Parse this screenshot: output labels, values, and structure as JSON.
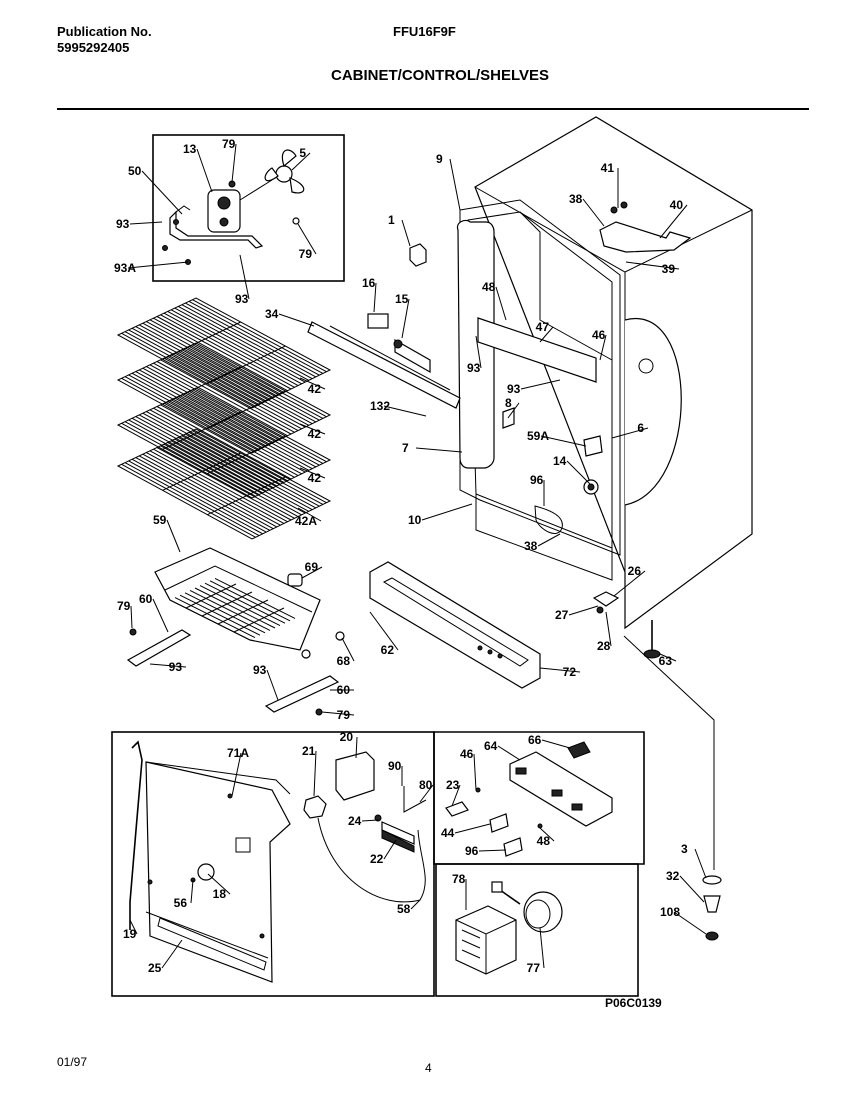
{
  "header": {
    "publication_label": "Publication No.",
    "publication_number": "5995292405",
    "model": "FFU16F9F",
    "section_title": "CABINET/CONTROL/SHELVES"
  },
  "figure_code": "P06C0139",
  "footer": {
    "date": "01/97",
    "page": "4"
  },
  "part_labels": [
    "50",
    "13",
    "79",
    "5",
    "93",
    "93A",
    "79",
    "93",
    "1",
    "9",
    "38",
    "41",
    "40",
    "39",
    "16",
    "15",
    "48",
    "34",
    "47",
    "46",
    "93",
    "42",
    "42",
    "42",
    "42A",
    "93",
    "132",
    "8",
    "7",
    "59A",
    "6",
    "14",
    "10",
    "96",
    "38",
    "59",
    "69",
    "26",
    "79",
    "60",
    "27",
    "28",
    "93",
    "68",
    "62",
    "72",
    "63",
    "93",
    "60",
    "79",
    "71A",
    "21",
    "20",
    "90",
    "80",
    "46",
    "64",
    "66",
    "23",
    "24",
    "44",
    "48",
    "22",
    "96",
    "18",
    "56",
    "19",
    "58",
    "3",
    "78",
    "32",
    "108",
    "25",
    "77"
  ]
}
